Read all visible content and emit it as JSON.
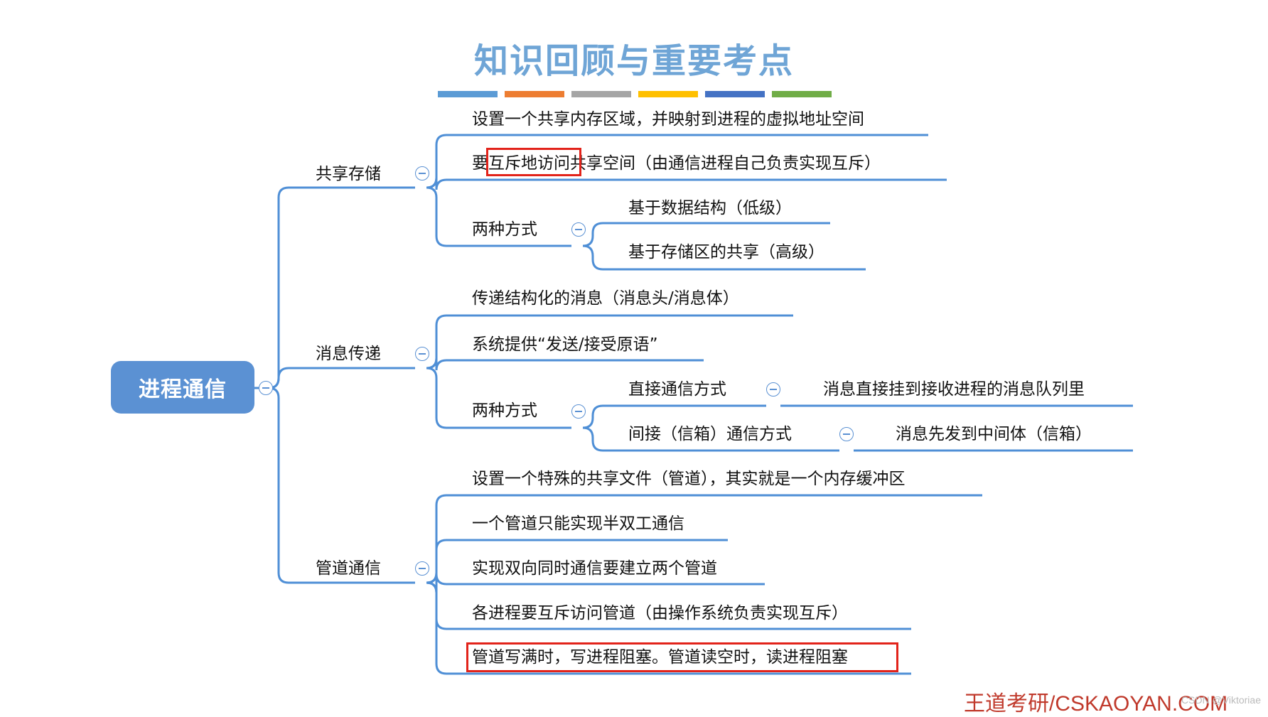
{
  "title": "知识回顾与重要考点",
  "title_color": "#6fa5d6",
  "swatch_colors": [
    "#5b9bd5",
    "#ed7d31",
    "#a5a5a5",
    "#ffc000",
    "#4472c4",
    "#70ad47"
  ],
  "line_color": "#4f8fd6",
  "highlight_color": "#e2231a",
  "root": "进程通信",
  "shared": {
    "label": "共享存储",
    "items": [
      "设置一个共享内存区域，并映射到进程的虚拟地址空间",
      "要互斥地访问共享空间（由通信进程自己负责实现互斥）"
    ],
    "highlight_phrase": "互斥地访问",
    "modes_label": "两种方式",
    "modes": [
      "基于数据结构（低级）",
      "基于存储区的共享（高级）"
    ]
  },
  "message": {
    "label": "消息传递",
    "items": [
      "传递结构化的消息（消息头/消息体）",
      "系统提供“发送/接受原语”"
    ],
    "modes_label": "两种方式",
    "direct": {
      "label": "直接通信方式",
      "detail": "消息直接挂到接收进程的消息队列里"
    },
    "indirect": {
      "label": "间接（信箱）通信方式",
      "detail": "消息先发到中间体（信箱）"
    }
  },
  "pipe": {
    "label": "管道通信",
    "items": [
      "设置一个特殊的共享文件（管道），其实就是一个内存缓冲区",
      "一个管道只能实现半双工通信",
      "实现双向同时通信要建立两个管道",
      "各进程要互斥访问管道（由操作系统负责实现互斥）",
      "管道写满时，写进程阻塞。管道读空时，读进程阻塞"
    ]
  },
  "footer": "王道考研/CSKAOYAN.COM",
  "watermark": "CSDN @Viktoriae"
}
